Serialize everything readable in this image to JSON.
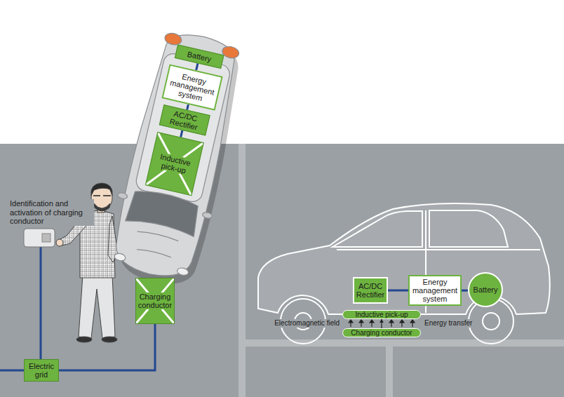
{
  "diagram": {
    "nodes": [
      {
        "text": [
          "Battery"
        ]
      },
      {
        "text": [
          "Energy management system"
        ]
      },
      {
        "text": [
          "AC/DC Rectifier"
        ]
      },
      {
        "text": [
          "Inductive pick-up"
        ]
      },
      {
        "text": [
          "Charging conductor"
        ]
      },
      {
        "text": [
          "Electric grid"
        ]
      },
      {
        "text": [
          "AC/DC Rectifier"
        ]
      },
      {
        "text": [
          "Energy management system"
        ]
      },
      {
        "text": [
          "Battery"
        ]
      },
      {
        "text": [
          "Inductive pick-up"
        ]
      },
      {
        "text": [
          "Charging conductor"
        ]
      }
    ],
    "edges": [
      {
        "from": 0,
        "to": 1,
        "arrow": "none"
      },
      {
        "from": 1,
        "to": 2,
        "arrow": "none"
      },
      {
        "from": 2,
        "to": 3,
        "arrow": "none"
      },
      {
        "from": 5,
        "to": 4,
        "arrow": "none"
      },
      {
        "from": 6,
        "to": 7,
        "arrow": "none"
      },
      {
        "from": 7,
        "to": 8,
        "arrow": "none"
      },
      {
        "from": 10,
        "to": 9,
        "arrow": "to"
      }
    ],
    "labels": [
      "Identification and activation of charging conductor",
      "Electromagnetic field",
      "Energy transfer"
    ]
  }
}
